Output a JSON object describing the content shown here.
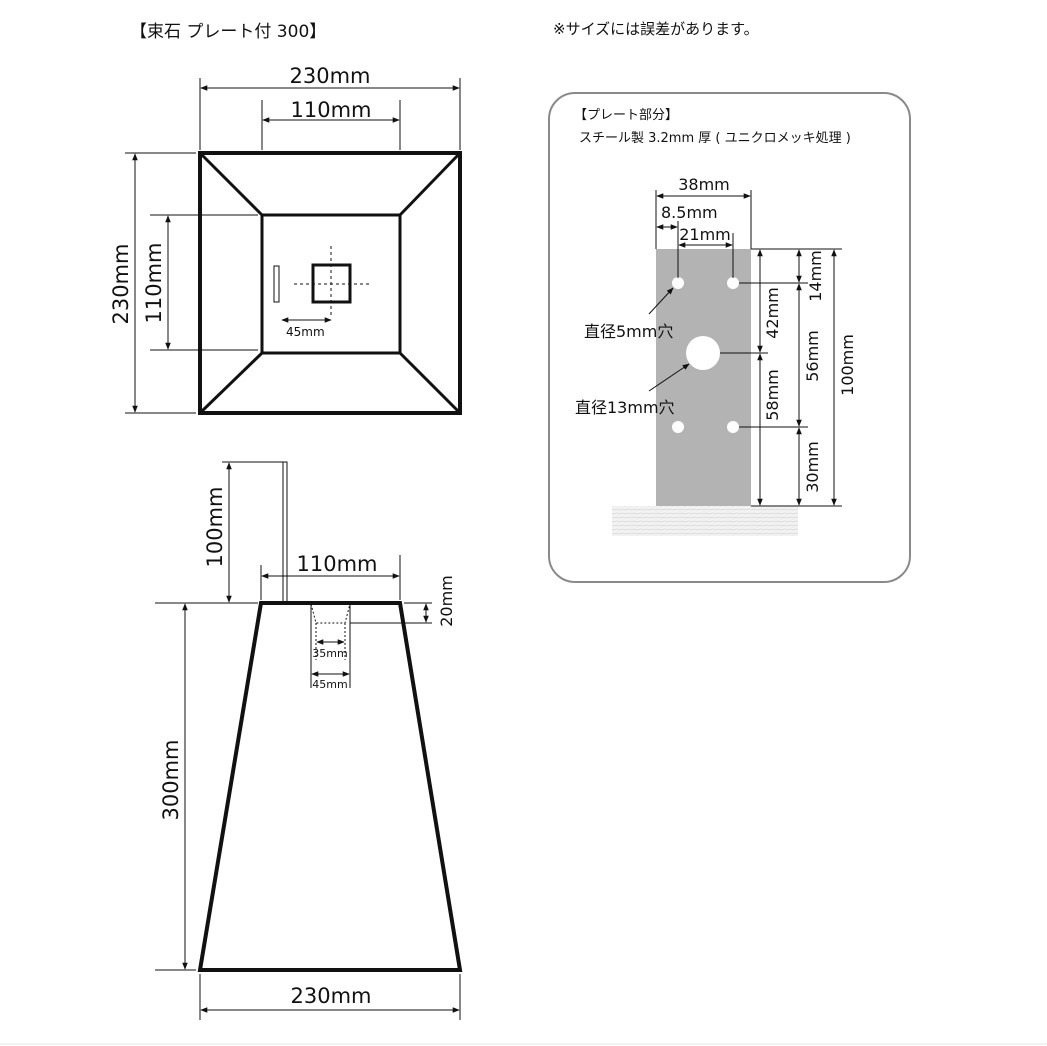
{
  "header": {
    "title": "【束石 プレート付 300】",
    "note": "※サイズには誤差があります。"
  },
  "top_view": {
    "outer_width": "230mm",
    "inner_width": "110mm",
    "outer_height": "230mm",
    "inner_height": "110mm",
    "hole_offset": "45mm"
  },
  "side_view": {
    "plate_height": "100mm",
    "top_width": "110mm",
    "hole_depth": "20mm",
    "hole_inner": "35mm",
    "hole_outer": "45mm",
    "body_height": "300mm",
    "bottom_width": "230mm"
  },
  "plate_panel": {
    "title": "【プレート部分】",
    "material": "スチール製 3.2mm 厚 ( ユニクロメッキ処理 )",
    "width": "38mm",
    "edge_offset": "8.5mm",
    "hole_spacing": "21mm",
    "top_offset": "14mm",
    "upper_hole_to_center": "42mm",
    "hole_vertical_spacing": "56mm",
    "center_to_bottom": "58mm",
    "lower_hole_to_base": "30mm",
    "total_height": "100mm",
    "small_hole_label": "直径5mm穴",
    "large_hole_label": "直径13mm穴",
    "plate_color": "#b3b3b3"
  }
}
